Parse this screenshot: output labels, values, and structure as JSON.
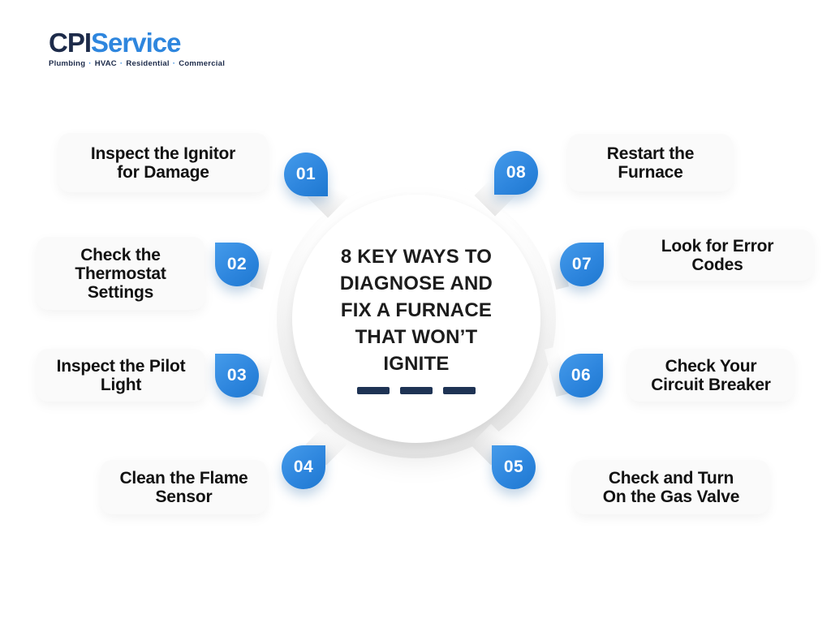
{
  "logo": {
    "brand_primary": "CPI",
    "brand_secondary": "Service",
    "dot": "·",
    "tagline_parts": [
      "Plumbing",
      "HVAC",
      "Residential",
      "Commercial"
    ]
  },
  "center": {
    "title_lines": [
      "8 KEY WAYS TO",
      "DIAGNOSE AND",
      "FIX A FURNACE",
      "THAT WON’T",
      "IGNITE"
    ]
  },
  "steps": [
    {
      "number": "01",
      "lines": [
        "Inspect the Ignitor",
        "for Damage"
      ]
    },
    {
      "number": "02",
      "lines": [
        "Check the",
        "Thermostat",
        "Settings"
      ]
    },
    {
      "number": "03",
      "lines": [
        "Inspect the Pilot",
        "Light"
      ]
    },
    {
      "number": "04",
      "lines": [
        "Clean the Flame",
        "Sensor"
      ]
    },
    {
      "number": "05",
      "lines": [
        "Check and Turn",
        "On the Gas Valve"
      ]
    },
    {
      "number": "06",
      "lines": [
        "Check Your",
        "Circuit Breaker"
      ]
    },
    {
      "number": "07",
      "lines": [
        "Look for Error",
        "Codes"
      ]
    },
    {
      "number": "08",
      "lines": [
        "Restart the",
        "Furnace"
      ]
    }
  ],
  "colors": {
    "badge_blue": "#2E86DE",
    "brand_navy": "#1D2B4A",
    "dash_navy": "#1E3354",
    "text_dark": "#121212",
    "card_bg": "#FAFAFA"
  }
}
